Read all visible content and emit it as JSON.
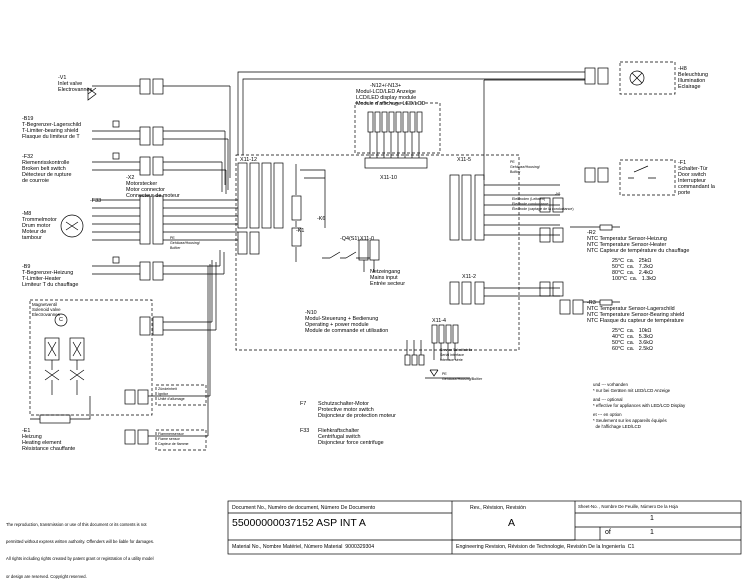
{
  "components": {
    "v1": {
      "ref": "-V1",
      "l1": "Inlet valve",
      "l2": "Electrovannes"
    },
    "b19": {
      "ref": "-B19",
      "l1": "T-Begrenzer-Lagerschild",
      "l2": "T-Limiter-bearing shield",
      "l3": "Flasque du limiteur de T"
    },
    "f32": {
      "ref": "-F32",
      "l1": "Riemenrisskontrolle",
      "l2": "Broken belt switch",
      "l3": "Détecteur de rupture",
      "l4": "de courroie"
    },
    "x2": {
      "ref": "-X2",
      "l1": "Motorstecker",
      "l2": "Motor connector",
      "l3": "Connecteur de moteur"
    },
    "f33": {
      "ref": "-F33"
    },
    "m8": {
      "ref": "-M8",
      "l1": "Trommelmotor",
      "l2": "Drum motor",
      "l3": "Moteur de",
      "l4": "tambour"
    },
    "b9": {
      "ref": "-B9",
      "l1": "T-Begrenzer-Heizung",
      "l2": "T-Limiter-Heater",
      "l3": "Limiteur T du chauffage"
    },
    "solenoid": {
      "l1": "Magnetventil",
      "l2": "Solenoid valve",
      "l3": "Electrovannes",
      "c": "C"
    },
    "e1": {
      "ref": "-E1",
      "l1": "Heizung",
      "l2": "Heating element",
      "l3": "Résistance chauffante"
    },
    "ignitor": {
      "l1": "Zündeinheit",
      "l2": "Ignitor",
      "l3": "Unité d'allumage"
    },
    "flame": {
      "l1": "Flammensensor",
      "l2": "Flame sensor",
      "l3": "Capteur de flamme"
    },
    "n12": {
      "ref": "-N12+/-N13+",
      "l1": "Modul-LCD/LED Anzeige",
      "l2": "LCD/LED display module",
      "l3": "Module d'affichage LED/LCD",
      "conn": "X11-10"
    },
    "x11_12": {
      "ref": "X11-12"
    },
    "k6": {
      "ref": "-K6"
    },
    "k1": {
      "ref": "-K1"
    },
    "q4": {
      "ref": "-Q4(S1)"
    },
    "x11_0": {
      "ref": "X11-0",
      "l1": "Netzeingang",
      "l2": "Mains input",
      "l3": "Entrée secteur"
    },
    "n10": {
      "ref": "-N10",
      "l1": "Modul-Steuerung + Bedienung",
      "l2": "Operating + power module",
      "l3": "Module de commande et utilisation"
    },
    "x11_4": {
      "ref": "X11-4"
    },
    "service": {
      "l1": "Service Schnittstelle",
      "l2": "Serial interface",
      "l3": "Interface série"
    },
    "pe_bottom": {
      "l1": "PE",
      "l2": "Gehäuse/Housing/Boîtier"
    },
    "pe_left": {
      "l1": "PE",
      "l2": "Gehäuse/Housing/",
      "l3": "Boîtier"
    },
    "x11_5": {
      "ref": "X11-5"
    },
    "pe_right": {
      "l1": "PE",
      "l2": "Gehäuse/Housing/",
      "l3": "Boîtier"
    },
    "x11_2": {
      "ref": "X11-2"
    },
    "h8": {
      "ref": "-H8",
      "l1": "Beleuchtung",
      "l2": "Illumination",
      "l3": "Eclairage"
    },
    "f1": {
      "ref": "-F1",
      "l1": "Schalter-Tür",
      "l2": "Door switch",
      "l3": "Interrupteur",
      "l4": "commandant la",
      "l5": "porte"
    },
    "n1": {
      "ref": "-N1",
      "l1": "Elektroden (Leitwert)",
      "l2": "Electrode conductance",
      "l3": "Électrode (captage de la conductance)"
    },
    "r2": {
      "ref": "-R2",
      "l1": "NTC Temperatur Sensor-Heizung",
      "l2": "NTC Temperature Sensor-Heater",
      "l3": "NTC Capteur de température du chauffage",
      "v1": "25°C  ca.   25kΩ",
      "v2": "50°C  ca.   7.2kΩ",
      "v3": "80°C  ca.   2.4kΩ",
      "v4": "100°C  ca.   1.3kΩ"
    },
    "r3": {
      "ref": "-R3",
      "l1": "NTC Temperatur Sensor-Lagerschild",
      "l2": "NTC Temperature Sensor-Bearing shield",
      "l3": "NTC Flasque du capteur de température",
      "v1": "25°C  ca.   10kΩ",
      "v2": "40°C  ca.   5.3kΩ",
      "v3": "50°C  ca.   3.6kΩ",
      "v4": "60°C  ca.   2.5kΩ"
    }
  },
  "legend": {
    "f7": {
      "ref": "F7",
      "l1": "Schutzschalter-Motor",
      "l2": "Protective motor switch",
      "l3": "Disjoncteur de protection moteur"
    },
    "f33": {
      "ref": "F33",
      "l1": "Fliehkraftschalter",
      "l2": "Centrifugal switch",
      "l3": "Disjoncteur force centrifuge"
    },
    "notes": {
      "n1": "und --- vorhanden",
      "n2": "* nur bei Geräten mit LED/LCD Anzeige",
      "n3": "and --- optional",
      "n4": "* effective for appliances with LED/LCD Display",
      "n5": "et --- en option",
      "n6": "* Seulement sur les appareils équipés",
      "n7": "  de l'affichage LED/LCD"
    }
  },
  "titleblock": {
    "disclaimer": {
      "l1": "The reproduction, transmission or use of this document or its contents is not",
      "l2": "permitted without express written authority. Offenders will be liable for damages.",
      "l3": "All rights including rights created by patent grant or registration of a utility model",
      "l4": "or design are reserved. Copyright reserved."
    },
    "doc_header": "Document No., Numéro de document, Número De Documento",
    "doc_value": "55000000037152 ASP INT A",
    "material": "Material No., Nombre Matériel, Número Material  9000329304",
    "rev_header": "Rev., Révision, Revisión",
    "rev_value": "A",
    "eng_rev": "Engineering Revision, Révision de Technologie, Revisión De la Ingeniería  C1",
    "sheet_header": "Sheet-No. , Nombre De Feuille, Número De la Hoja",
    "sheet_value": "1",
    "of_label": "of",
    "of_value": "1"
  }
}
